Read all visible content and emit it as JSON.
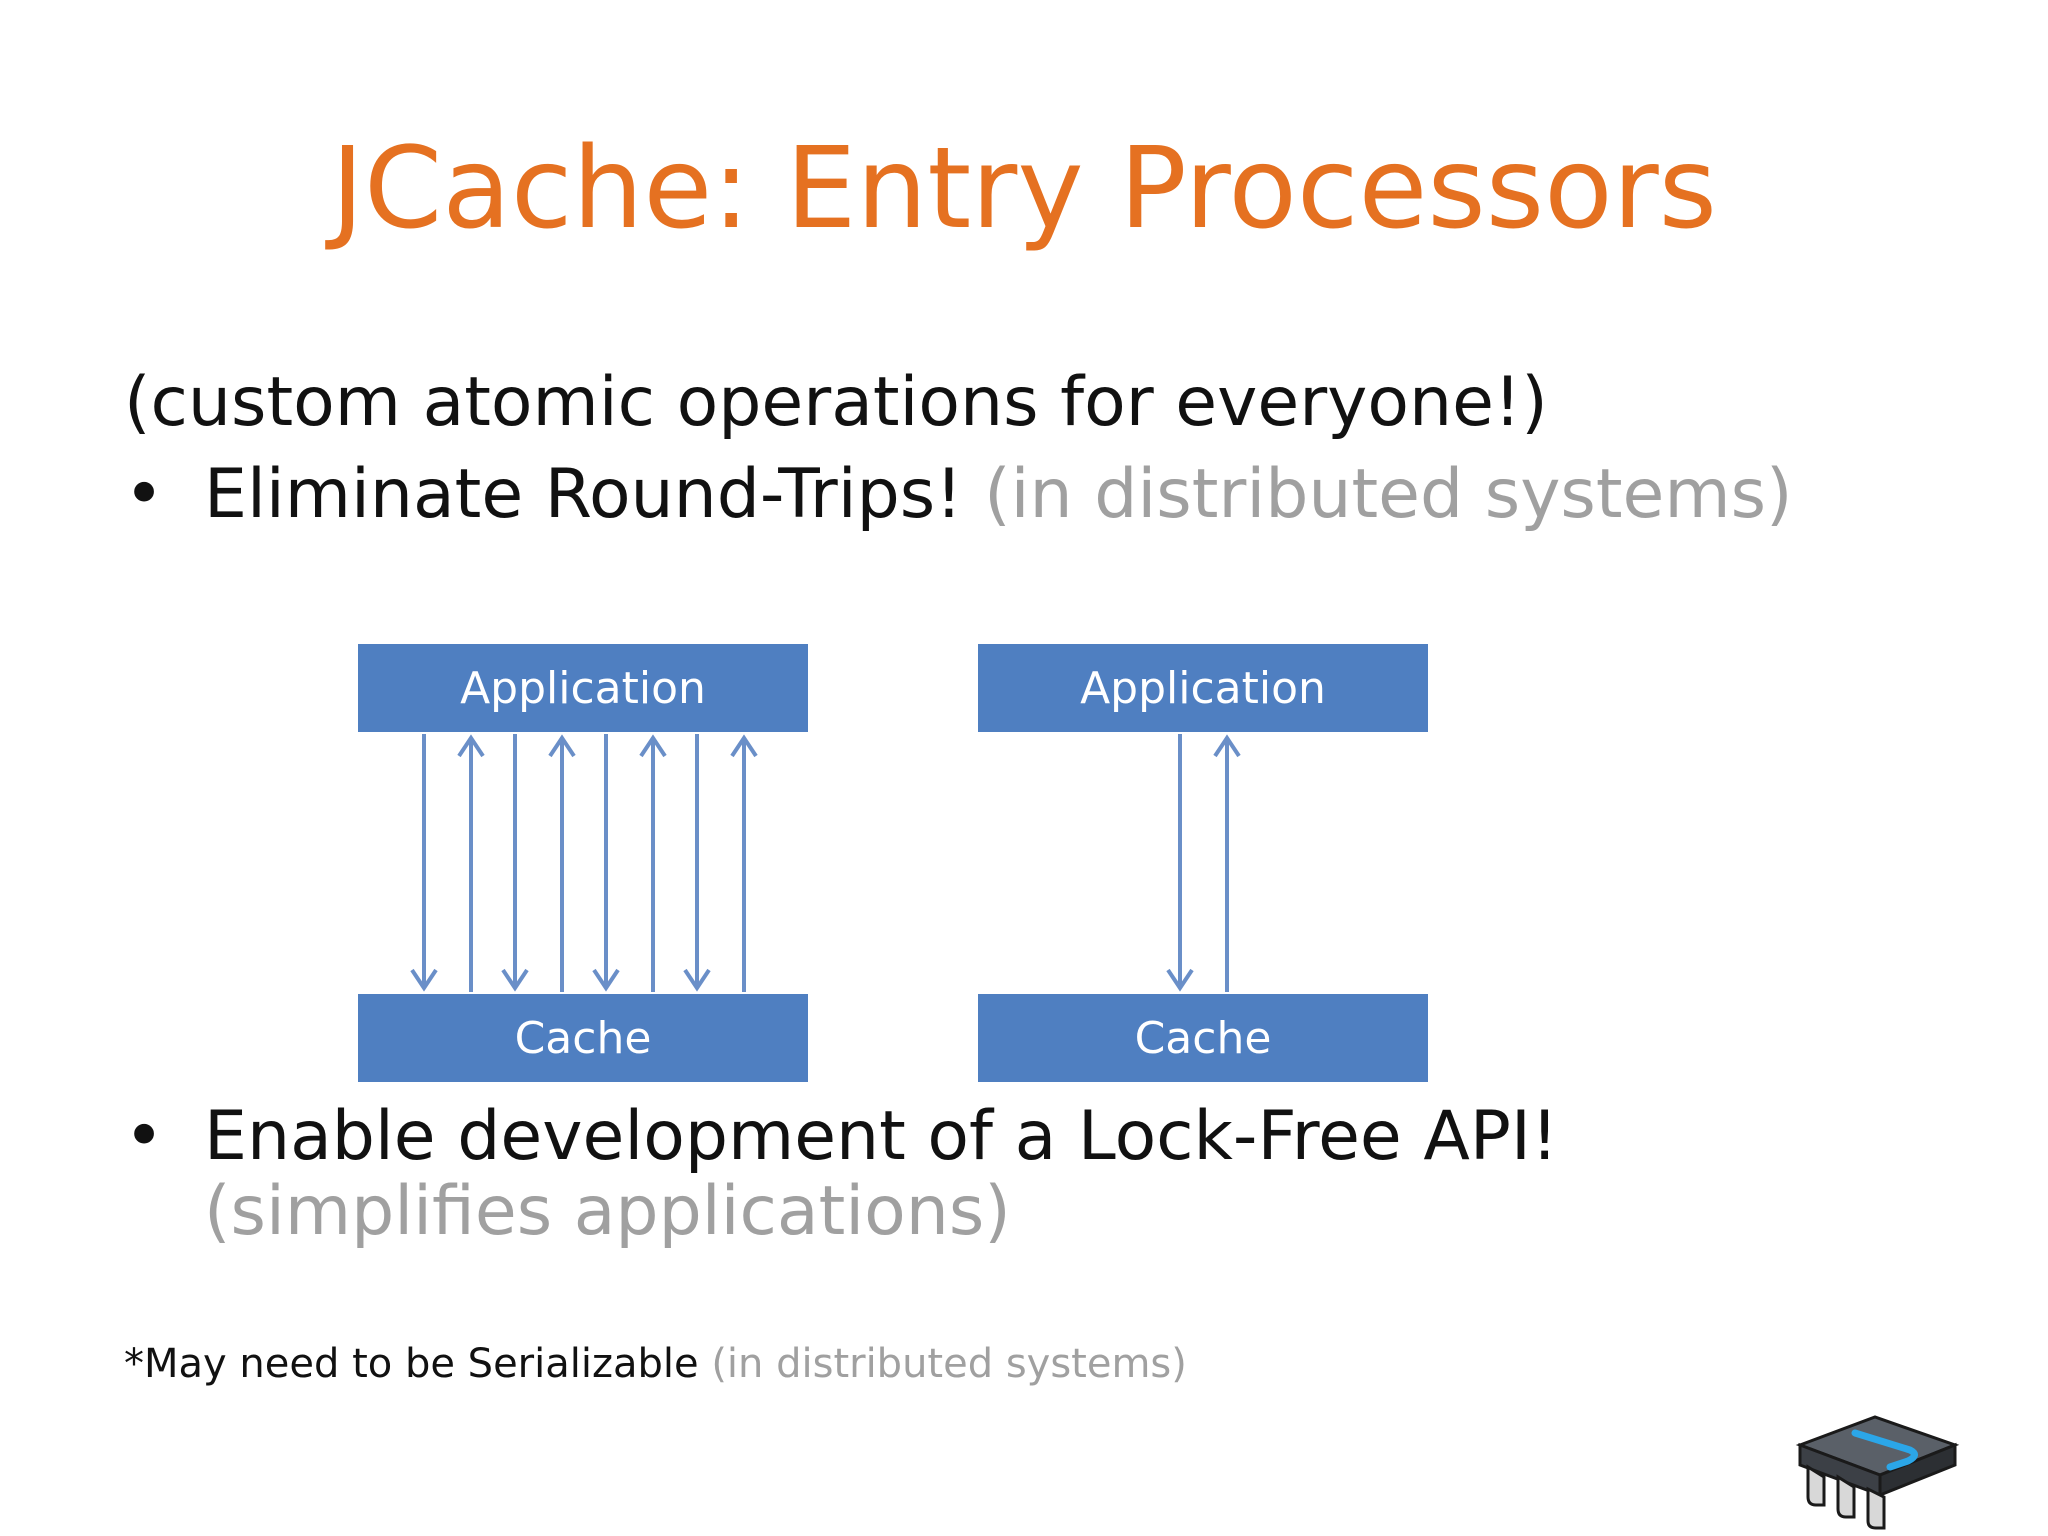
{
  "slide": {
    "title": "JCache: Entry Processors",
    "intro": "(custom atomic operations for everyone!)",
    "bullets": [
      {
        "main": "Eliminate Round-Trips!",
        "muted": "(in distributed systems)"
      },
      {
        "main": "Enable development of a Lock-Free API!",
        "muted": "(simplifies applications)"
      }
    ],
    "footnote": {
      "main": "*May need to be Serializable",
      "muted": "(in distributed systems)"
    }
  },
  "diagram": {
    "left": {
      "top_label": "Application",
      "bottom_label": "Cache",
      "round_trips": 4
    },
    "right": {
      "top_label": "Application",
      "bottom_label": "Cache",
      "round_trips": 1
    },
    "colors": {
      "box": "#4f7fc1",
      "arrow": "#6a8fc8"
    }
  },
  "icons": {
    "logo": "chip-logo-icon",
    "bullet": "bullet-dot"
  },
  "colors": {
    "title": "#e57121",
    "muted": "#a0a0a0"
  }
}
